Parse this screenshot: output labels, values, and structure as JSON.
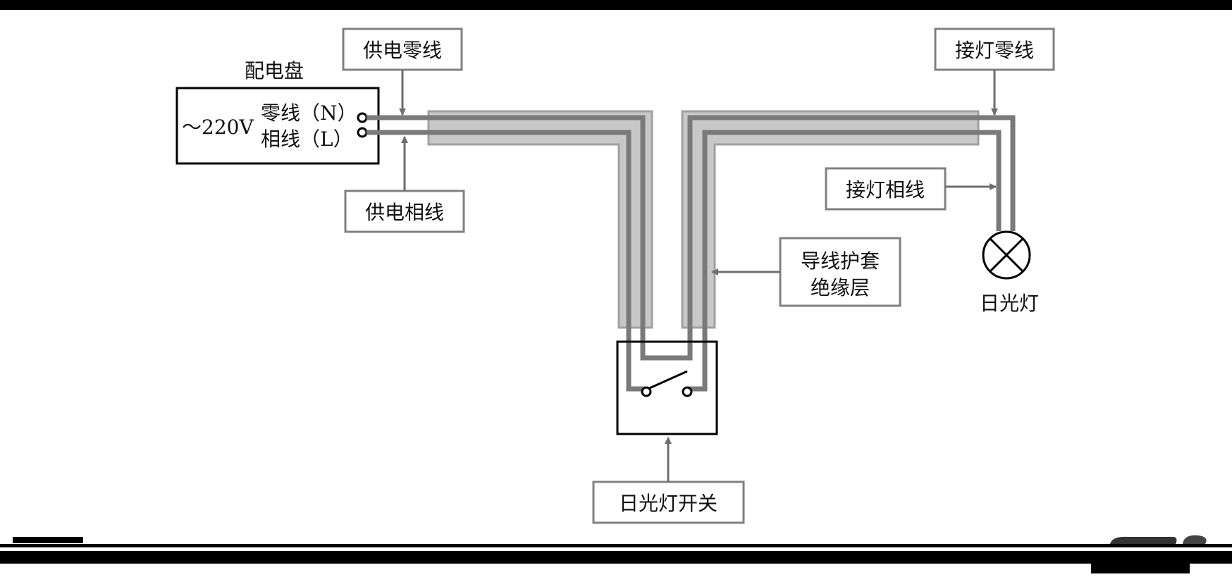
{
  "diagram": {
    "panel_title": "配电盘",
    "voltage": "～220V",
    "neutral_terminal": "零线（N）",
    "live_terminal": "相线（L）",
    "callouts": {
      "supply_neutral": "供电零线",
      "supply_live": "供电相线",
      "lamp_neutral": "接灯零线",
      "lamp_live": "接灯相线",
      "sheath_line1": "导线护套",
      "sheath_line2": "绝缘层",
      "switch": "日光灯开关"
    },
    "lamp_label": "日光灯"
  },
  "colors": {
    "wire": "#7a7a7a",
    "sheath_fill": "#c8c8c8",
    "sheath_edge": "#a0a0a0",
    "box_border": "#808080",
    "frame": "#000000"
  }
}
